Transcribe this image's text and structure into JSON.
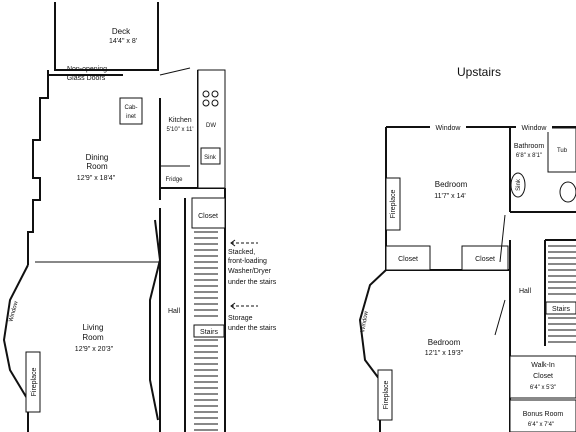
{
  "plan_title": "Upstairs",
  "rooms": {
    "deck": {
      "name": "Deck",
      "size": "14'4\" x 8'"
    },
    "glass_doors": {
      "line1": "Non-opening",
      "line2": "Glass Doors"
    },
    "cabinet": {
      "line1": "Cab-",
      "line2": "inet"
    },
    "kitchen": {
      "name": "Kitchen",
      "size": "5'10\" x 11'"
    },
    "dw": "DW",
    "sink": "Sink",
    "fridge": "Fridge",
    "dining": {
      "name1": "Dining",
      "name2": "Room",
      "size": "12'9\" x 18'4\""
    },
    "living": {
      "name1": "Living",
      "name2": "Room",
      "size": "12'9\" x 20'3\""
    },
    "hall_down": "Hall",
    "closet_down": "Closet",
    "stairs_down": "Stairs",
    "fireplace_down": "Fireplace",
    "window_down": "Window",
    "bedroom1": {
      "name": "Bedroom",
      "size": "11'7\" x 14'"
    },
    "bedroom2": {
      "name": "Bedroom",
      "size": "12'1\" x 19'3\""
    },
    "bathroom": {
      "name": "Bathroom",
      "size": "6'8\" x 8'1\""
    },
    "tub": "Tub",
    "sink_up": "Sink",
    "closet_up_left": "Closet",
    "closet_up_right": "Closet",
    "window_up_left": "Window",
    "window_up_right": "Window",
    "window_up_side": "Window",
    "fireplace_up": "Fireplace",
    "fireplace_up2": "Fireplace",
    "hall_up": "Hall",
    "stairs_up": "Stairs",
    "walkin": {
      "line1": "Walk-In",
      "line2": "Closet",
      "size": "6'4\" x 5'3\""
    },
    "bonus": {
      "name": "Bonus Room",
      "size": "6'4\" x 7'4\""
    }
  },
  "notes": {
    "washer": {
      "line1": "Stacked,",
      "line2": "front-loading",
      "line3": "Washer/Dryer",
      "line4": "under the stairs"
    },
    "storage": {
      "line1": "Storage",
      "line2": "under the stairs"
    }
  }
}
